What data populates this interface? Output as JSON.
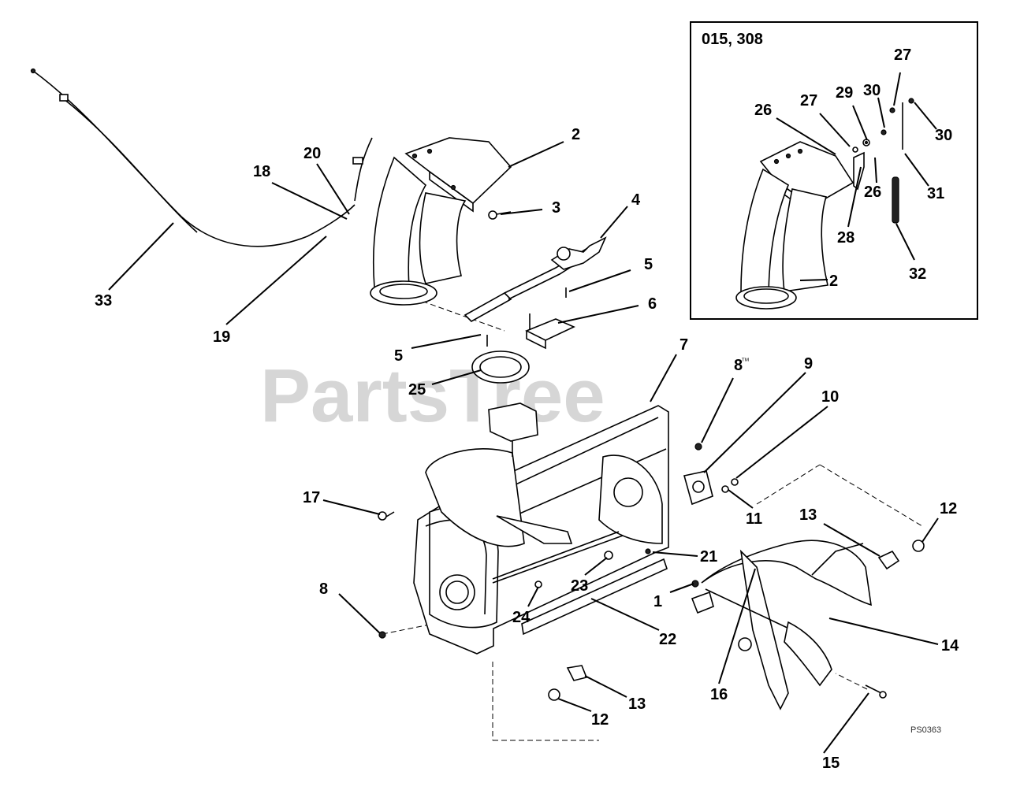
{
  "watermark": "PartsTree",
  "watermark_tm": "™",
  "inset": {
    "title": "015, 308"
  },
  "diagram_code": "PS0363",
  "callouts": {
    "c1": "1",
    "c2": "2",
    "c3": "3",
    "c4": "4",
    "c5a": "5",
    "c5b": "5",
    "c6": "6",
    "c7": "7",
    "c8a": "8",
    "c8b": "8",
    "c9": "9",
    "c10": "10",
    "c11": "11",
    "c12a": "12",
    "c12b": "12",
    "c13a": "13",
    "c13b": "13",
    "c14": "14",
    "c15": "15",
    "c16": "16",
    "c17": "17",
    "c18": "18",
    "c19": "19",
    "c20": "20",
    "c21": "21",
    "c22": "22",
    "c23": "23",
    "c24": "24",
    "c25": "25",
    "c33": "33",
    "i2": "2",
    "i26a": "26",
    "i26b": "26",
    "i27a": "27",
    "i27b": "27",
    "i28": "28",
    "i29": "29",
    "i30a": "30",
    "i30b": "30",
    "i31": "31",
    "i32": "32"
  }
}
